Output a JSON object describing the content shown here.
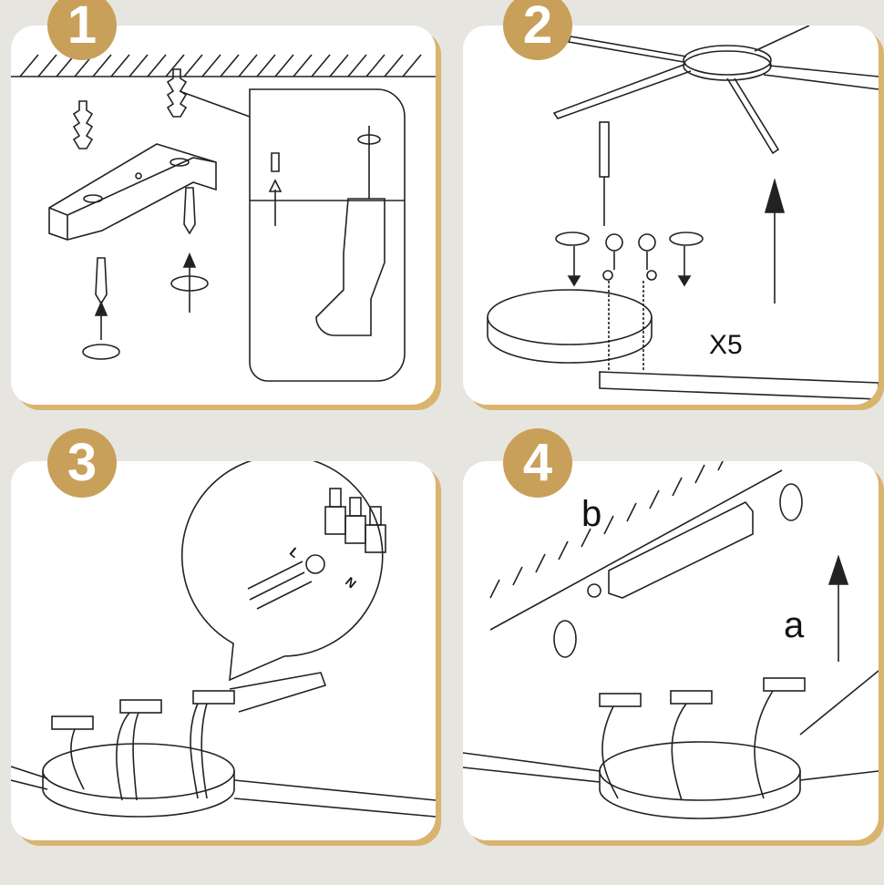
{
  "steps": [
    {
      "number": "1"
    },
    {
      "number": "2",
      "quantity_label": "X5"
    },
    {
      "number": "3",
      "wire_labels": {
        "live": "L",
        "neutral": "N"
      }
    },
    {
      "number": "4",
      "labels": {
        "bracket": "b",
        "lift": "a"
      }
    }
  ],
  "colors": {
    "badge": "#c8a05a",
    "panel_shadow": "#d9b46e",
    "background": "#e7e5e0"
  }
}
